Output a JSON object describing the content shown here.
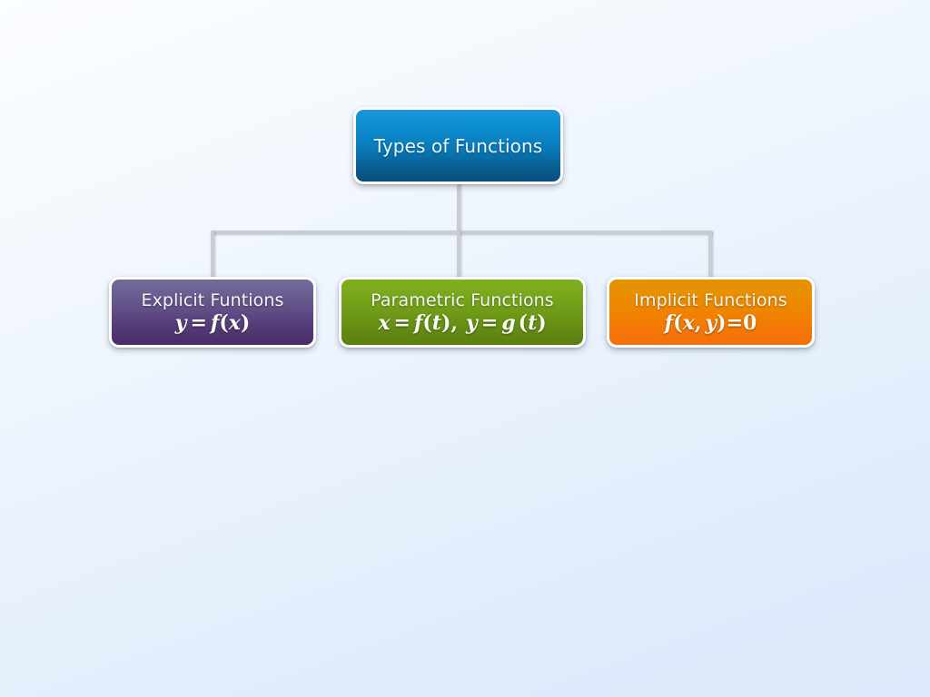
{
  "slide": {
    "background_top_color": "#fbfdff",
    "background_bottom_color": "#dbe9fa",
    "connector_color": "#c9ccd2"
  },
  "diagram": {
    "type": "hierarchy-tree",
    "root": {
      "label": "Types of Functions",
      "color": "#0a7cba",
      "gradient_from": "#1a97d8",
      "gradient_to": "#0a4d7c"
    },
    "children": [
      {
        "label": "Explicit Funtions",
        "formula": "y = f(x)",
        "color": "#614f87",
        "gradient_from": "#736a9b",
        "gradient_to": "#4a2b6a"
      },
      {
        "label": "Parametric Functions",
        "formula": "x = f(t),  y = g (t)",
        "color": "#6f9b18",
        "gradient_from": "#7fae1f",
        "gradient_to": "#5a7f10"
      },
      {
        "label": "Implicit Functions",
        "formula": "f(x, y)=0",
        "color": "#ef8300",
        "gradient_from": "#e49100",
        "gradient_to": "#f56f09"
      }
    ]
  },
  "formula_parts": {
    "explicit": {
      "lhs": "y",
      "eq": "=",
      "fn": "f",
      "open": "(",
      "arg": "x",
      "close": ")"
    },
    "parametric": {
      "lhs1": "x",
      "eq1": "=",
      "fn1": "f",
      "open1": "(",
      "arg1": "t",
      "close1": "),",
      "lhs2": "y",
      "eq2": "=",
      "fn2": "g",
      "open2": "(",
      "arg2": "t",
      "close2": ")"
    },
    "implicit": {
      "fn": "f",
      "open": "(",
      "arg1": "x",
      "comma": ",",
      "arg2": "y",
      "close": ")",
      "eq": "=",
      "rhs": "0"
    }
  }
}
